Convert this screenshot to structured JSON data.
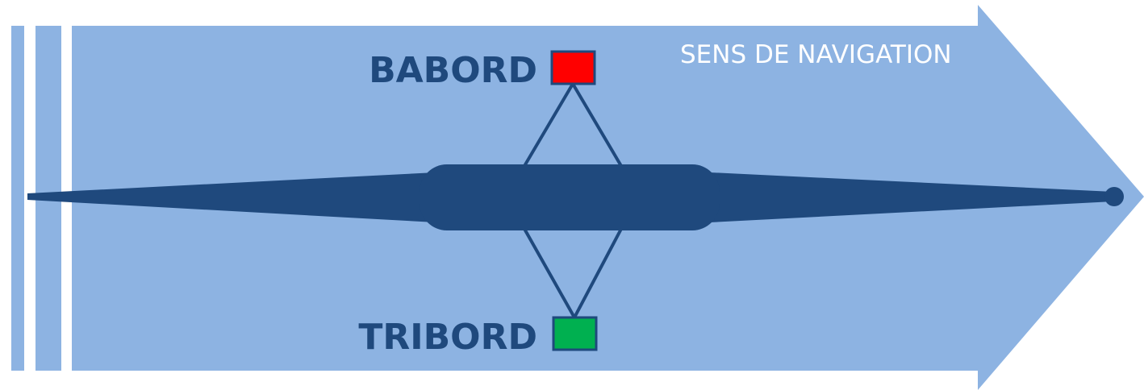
{
  "diagram": {
    "direction_label": "SENS DE NAVIGATION",
    "port": {
      "label": "BABORD",
      "color": "#ff0000"
    },
    "starboard": {
      "label": "TRIBORD",
      "color": "#00b050"
    }
  },
  "colors": {
    "arrow": "#8db3e2",
    "boat": "#1f497d",
    "label_text": "#1f497d",
    "direction_text": "#ffffff",
    "background": "#ffffff"
  }
}
